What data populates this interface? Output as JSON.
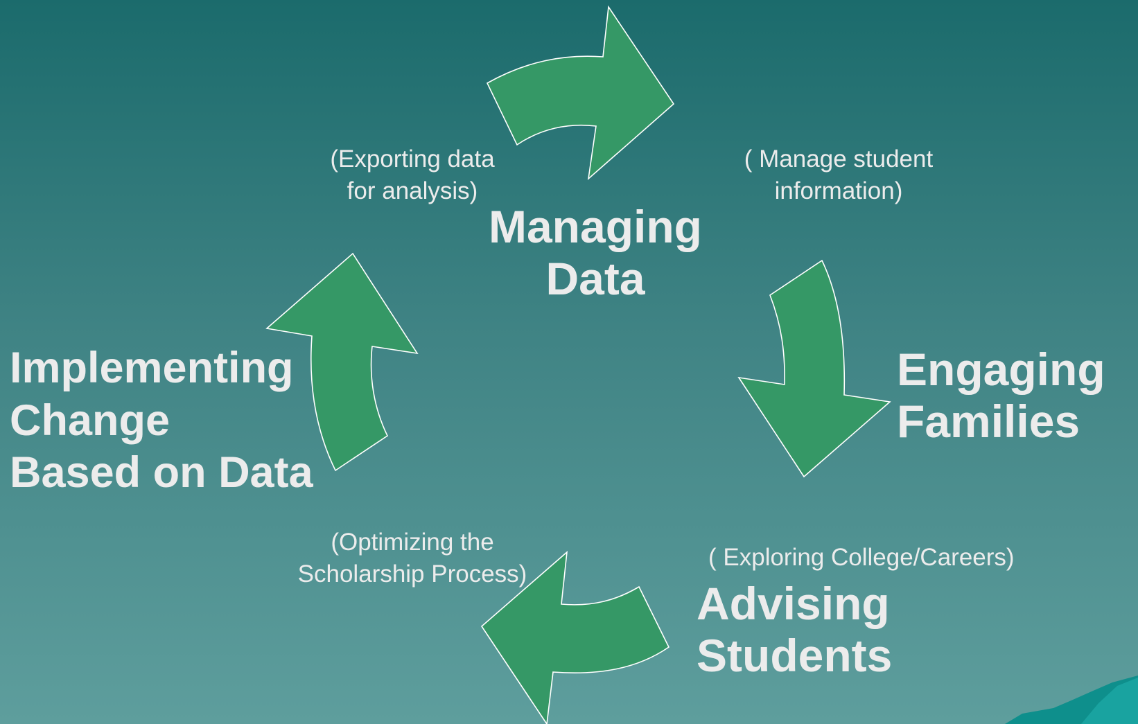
{
  "stages": {
    "managing_data": [
      "Managing",
      "Data"
    ],
    "engaging_families": [
      "Engaging",
      "Families"
    ],
    "advising_students": [
      "Advising",
      "Students"
    ],
    "implementing_change": [
      "Implementing",
      "Change",
      "Based on Data"
    ]
  },
  "notes": {
    "exporting": [
      "(Exporting data",
      "for analysis)"
    ],
    "manage_info": [
      "( Manage student",
      "information)"
    ],
    "exploring": [
      "( Exploring College/Careers)"
    ],
    "optimizing": [
      "(Optimizing the",
      "Scholarship Process)"
    ]
  },
  "colors": {
    "arrow_fill": "#359866",
    "arrow_outline": "#ffffff",
    "background_top": "#1b6b6c",
    "background_bottom": "#5e9e9d",
    "text": "#ececec"
  }
}
